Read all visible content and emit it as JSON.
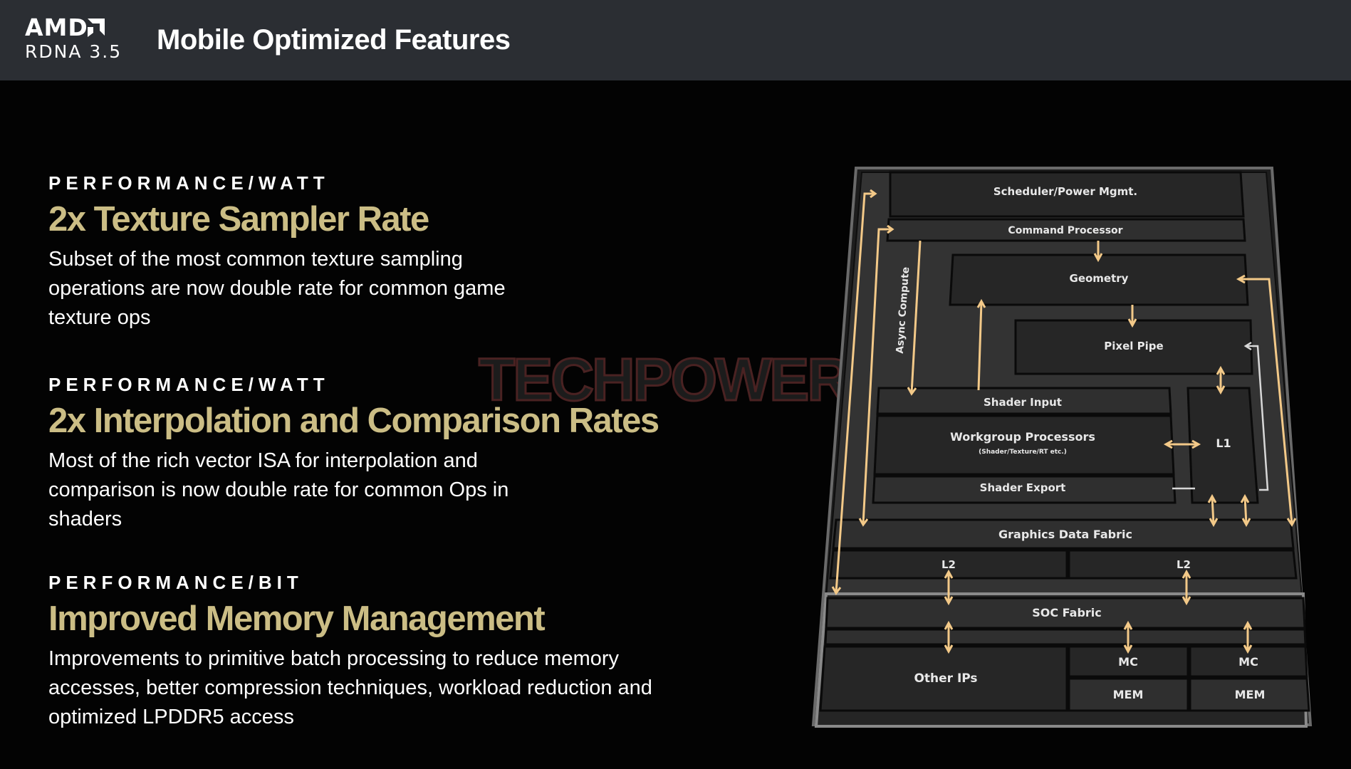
{
  "header": {
    "brand": "AMD",
    "product": "RDNA 3.5",
    "title": "Mobile Optimized Features"
  },
  "features": [
    {
      "kicker": "PERFORMANCE/WATT",
      "headline": "2x Texture Sampler Rate",
      "description": "Subset of the most common texture sampling operations are now double rate for common game texture ops"
    },
    {
      "kicker": "PERFORMANCE/WATT",
      "headline": "2x Interpolation and Comparison Rates",
      "description": "Most of the rich vector ISA for interpolation and comparison is now double rate for common Ops in shaders"
    },
    {
      "kicker": "PERFORMANCE/BIT",
      "headline": "Improved Memory Management",
      "description": "Improvements to primitive batch processing to reduce memory accesses, better compression techniques, workload reduction and optimized LPDDR5 access"
    }
  ],
  "watermark": "TECHPOWERUP",
  "diagram": {
    "scheduler": "Scheduler/Power Mgmt.",
    "command_processor": "Command Processor",
    "async_compute": "Async Compute",
    "geometry": "Geometry",
    "pixel_pipe": "Pixel Pipe",
    "shader_input": "Shader Input",
    "workgroup_processors": "Workgroup Processors",
    "workgroup_sub": "(Shader/Texture/RT etc.)",
    "shader_export": "Shader Export",
    "l1": "L1",
    "graphics_data_fabric": "Graphics Data Fabric",
    "l2_left": "L2",
    "l2_right": "L2",
    "soc_fabric": "SOC Fabric",
    "other_ips": "Other IPs",
    "mc_left": "MC",
    "mc_right": "MC",
    "mem_left": "MEM",
    "mem_right": "MEM"
  },
  "colors": {
    "header_bg": "#2b2e33",
    "accent_gold": "#cbbd85",
    "arrow_orange": "#f3c988"
  }
}
